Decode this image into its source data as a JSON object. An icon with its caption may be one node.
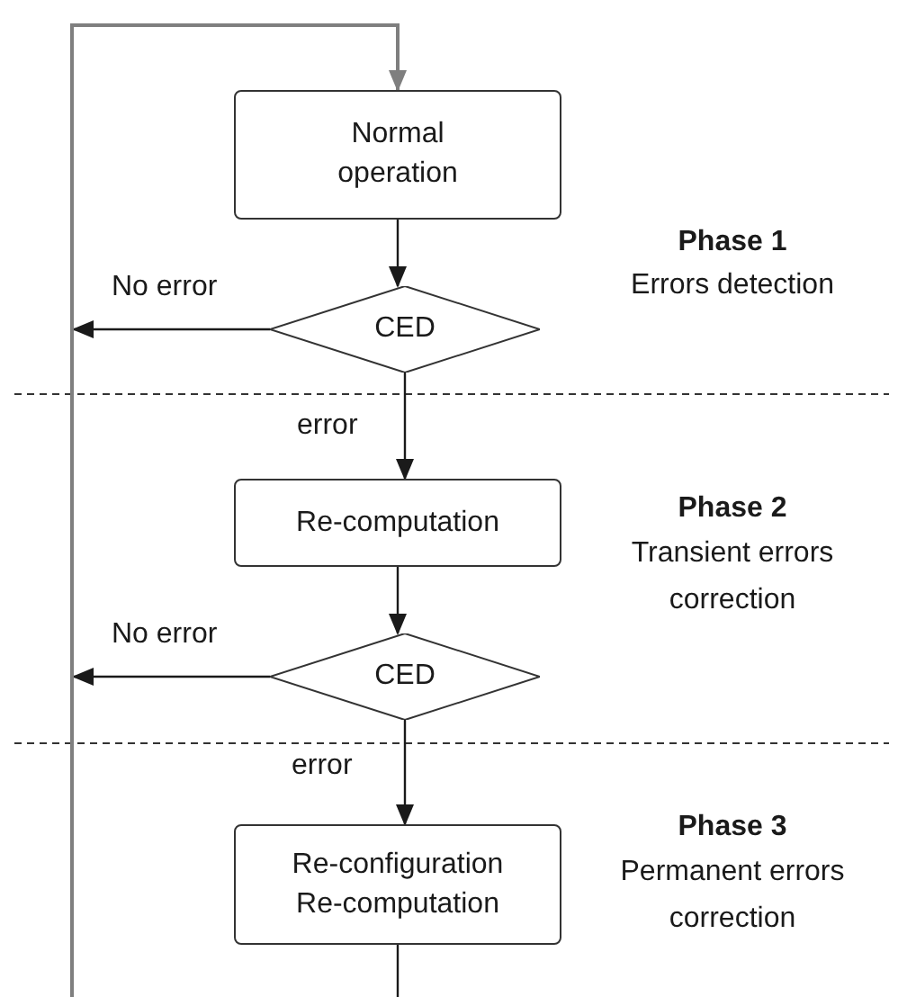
{
  "diagram": {
    "nodes": [
      {
        "text": [
          "Normal operation"
        ]
      },
      {
        "text": [
          "CED"
        ]
      },
      {
        "text": [
          "Re-computation"
        ]
      },
      {
        "text": [
          "CED"
        ]
      },
      {
        "text": [
          "Re-configuration Re-computation"
        ]
      }
    ],
    "edges": [
      {
        "from": 0,
        "to": 1,
        "arrow": "to"
      },
      {
        "from": 1,
        "to": null,
        "label": "No error",
        "arrow": "to"
      },
      {
        "from": 1,
        "to": 2,
        "label": "error",
        "arrow": "to"
      },
      {
        "from": 2,
        "to": 3,
        "arrow": "to"
      },
      {
        "from": 3,
        "to": null,
        "label": "No error",
        "arrow": "to"
      },
      {
        "from": 3,
        "to": 4,
        "label": "error",
        "arrow": "to"
      },
      {
        "from": 4,
        "to": null,
        "arrow": "none"
      },
      {
        "from": null,
        "to": 0,
        "arrow": "to",
        "color": "#7f7f7f"
      }
    ],
    "labels": [
      "Phase 1",
      "Errors detection",
      "Phase 2",
      "Transient errors correction",
      "Phase 3",
      "Permanent errors correction"
    ]
  }
}
